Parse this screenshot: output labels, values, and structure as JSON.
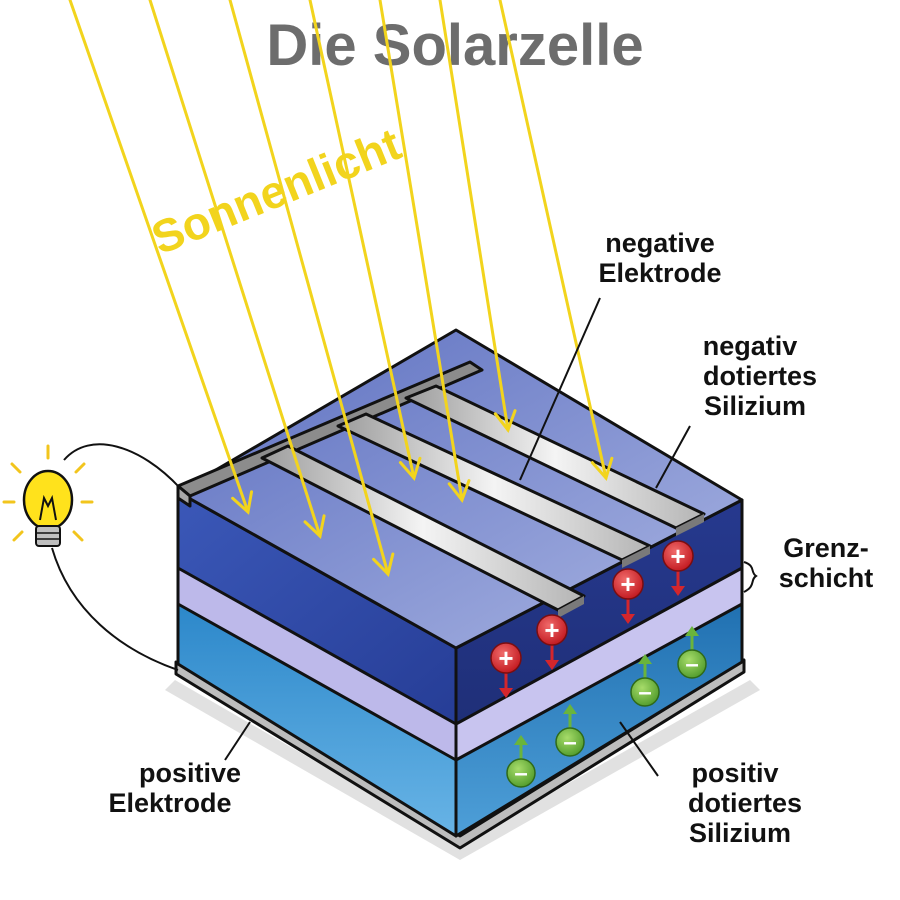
{
  "title": "Die Solarzelle",
  "sunlight_label": "Sonnenlicht",
  "labels": {
    "negative_electrode": [
      "negative",
      "Elektrode"
    ],
    "n_silicon": [
      "negativ",
      "dotiertes",
      "Silizium"
    ],
    "junction": [
      "Grenz-",
      "schicht"
    ],
    "positive_electrode": [
      "positive",
      "Elektrode"
    ],
    "p_silicon": [
      "positiv",
      "dotiertes",
      "Silizium"
    ]
  },
  "charges": {
    "positive_symbol": "+",
    "negative_symbol": "–"
  },
  "colors": {
    "title": "#6d6d6d",
    "sunlight": "#f2d41d",
    "n_layer": "#2f48a6",
    "n_layer_top": "#7d8fd0",
    "junction": "#b8b6e6",
    "p_layer": "#2a8fd1",
    "electrode": "#c9c9c9",
    "positive_charge": "#d4262c",
    "negative_charge": "#6ab43c",
    "bulb": "#ffe21c"
  }
}
